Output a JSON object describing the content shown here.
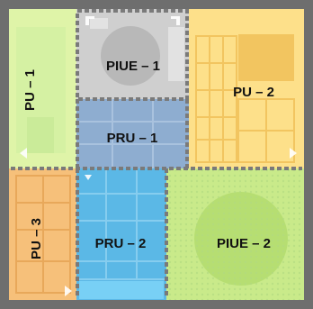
{
  "plan": {
    "zones": {
      "pu1": {
        "label": "PU – 1"
      },
      "piue1": {
        "label": "PIUE – 1"
      },
      "pu2": {
        "label": "PU – 2"
      },
      "pru1": {
        "label": "PRU – 1"
      },
      "pu3": {
        "label": "PU – 3"
      },
      "pru2": {
        "label": "PRU – 2"
      },
      "piue2": {
        "label": "PIUE – 2"
      }
    }
  },
  "colors": {
    "frame": "#6e6e6e",
    "pu_green": "#d8f0a0",
    "piue_gray": "#c9c9c9",
    "pu_yellow": "#fde08a",
    "pru_blue_muted": "#8eadd0",
    "pu_orange": "#f6c07a",
    "pru_blue": "#5bb8e6",
    "piue_green": "#c9ea8a",
    "boundary": "#7a7a7a",
    "arrow": "#ffffff"
  },
  "icons": {
    "boundary_arrows": "boundary-arrow-icon"
  }
}
